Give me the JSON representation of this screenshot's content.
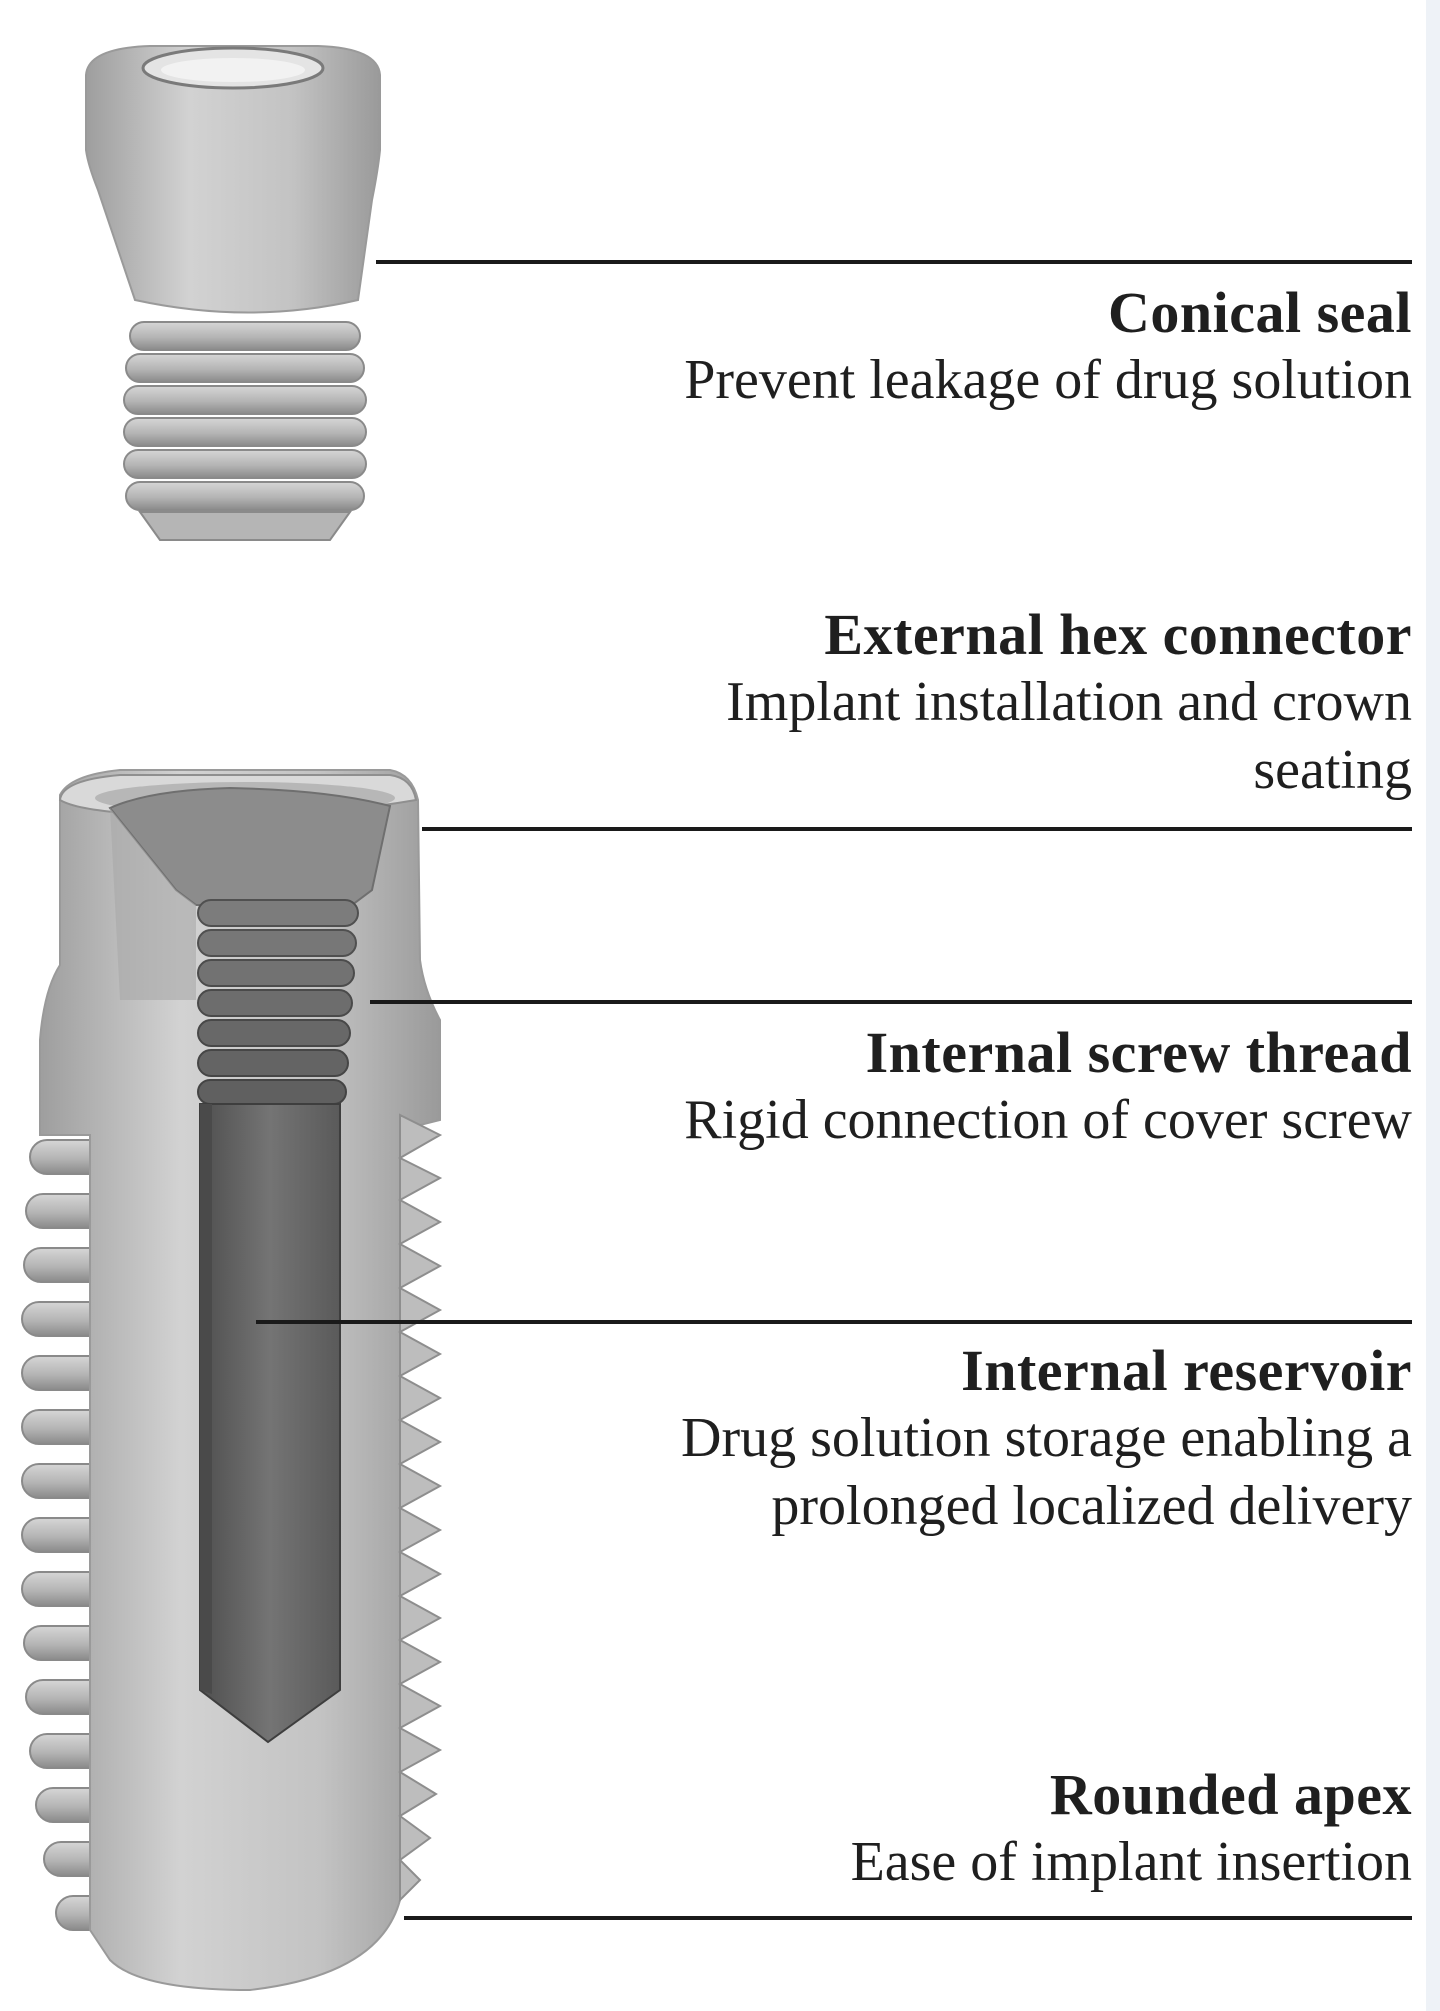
{
  "labels": [
    {
      "id": "conical-seal",
      "title": "Conical seal",
      "description": "Prevent leakage of drug solution"
    },
    {
      "id": "external-hex-connector",
      "title": "External hex connector",
      "description": "Implant installation and crown seating"
    },
    {
      "id": "internal-screw-thread",
      "title": "Internal screw thread",
      "description": "Rigid connection of cover screw"
    },
    {
      "id": "internal-reservoir",
      "title": "Internal reservoir",
      "description": "Drug solution storage enabling a prolonged localized delivery"
    },
    {
      "id": "rounded-apex",
      "title": "Rounded apex",
      "description": "Ease of implant insertion"
    }
  ],
  "colors": {
    "metal": "#c9c9c9",
    "metal_shade": "#a8a8a8",
    "reservoir": "#6e6e6e",
    "thread_dark": "#5f5f5f",
    "leader": "#1a1a1a",
    "text": "#1f1f1f"
  }
}
